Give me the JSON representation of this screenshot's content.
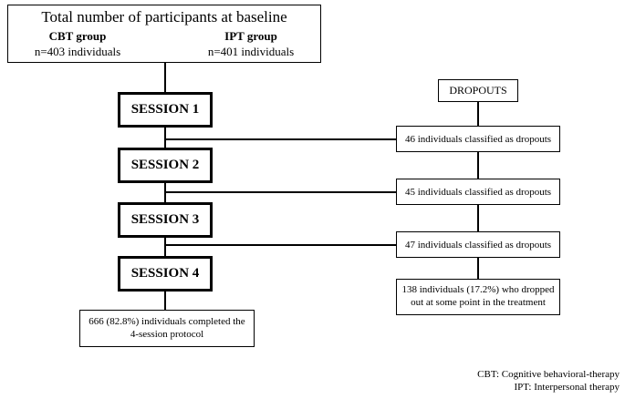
{
  "baseline": {
    "title": "Total number of participants at baseline",
    "groups": [
      {
        "name": "CBT group",
        "count": "n=403 individuals"
      },
      {
        "name": "IPT group",
        "count": "n=401 individuals"
      }
    ]
  },
  "sessions": [
    "SESSION 1",
    "SESSION 2",
    "SESSION 3",
    "SESSION 4"
  ],
  "dropouts": {
    "header": "DROPOUTS",
    "per_session": [
      "46 individuals classified as dropouts",
      "45 individuals classified as dropouts",
      "47 individuals classified as dropouts"
    ],
    "total_line1": "138 individuals (17.2%) who dropped",
    "total_line2": "out at some point in the treatment"
  },
  "completed": {
    "line1": "666 (82.8%) individuals completed the",
    "line2": "4-session protocol"
  },
  "legend": [
    "CBT: Cognitive behavioral-therapy",
    "IPT: Interpersonal therapy"
  ]
}
